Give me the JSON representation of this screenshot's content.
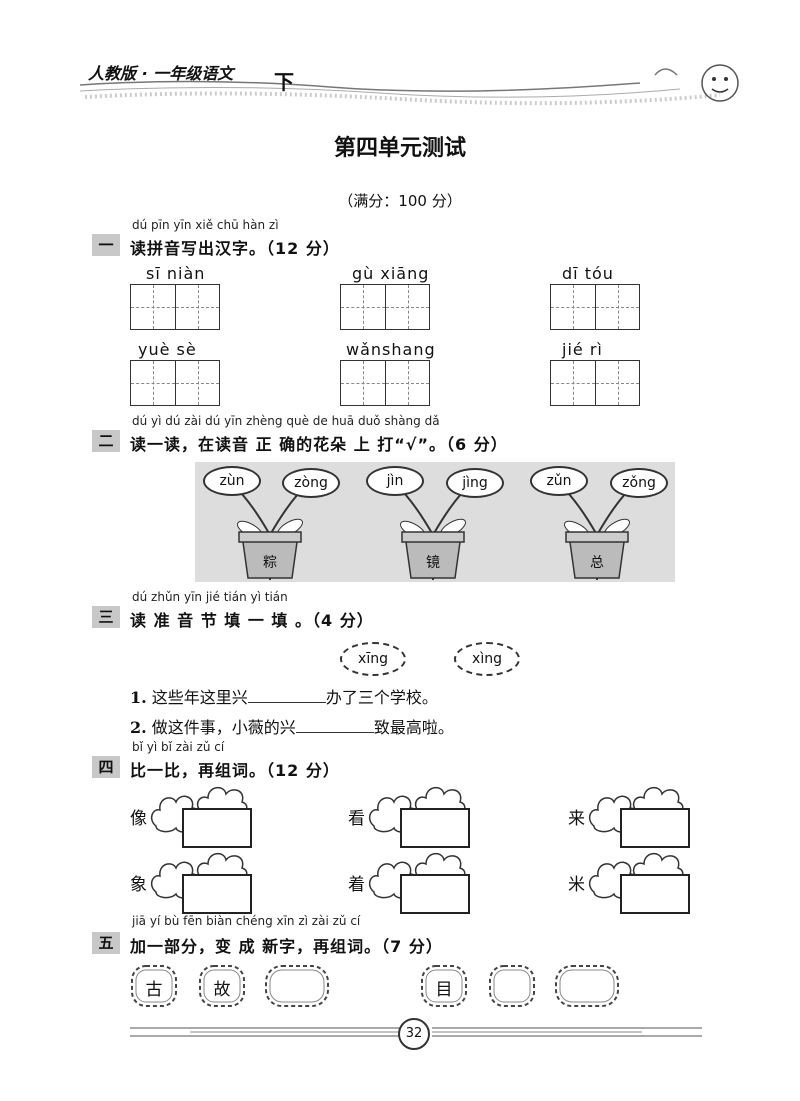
{
  "header": {
    "series": "人教版 · 一年级语文",
    "volume": "下"
  },
  "title": "第四单元测试",
  "full_score": "（满分：100 分）",
  "sections": [
    {
      "num": "一",
      "pinyin": "dú pīn yīn xiě chū hàn zì",
      "title": "读拼音写出汉字。（12 分）",
      "words": [
        "sī niàn",
        "gù xiāng",
        "dī tóu",
        "yuè sè",
        "wǎnshang",
        "jié rì"
      ]
    },
    {
      "num": "二",
      "pinyin": "dú yì dú zài dú yīn zhèng què de huā duǒ shàng dǎ",
      "title": "读一读，在读音 正 确的花朵 上 打“√”。（6 分）",
      "flowers": [
        {
          "left": "zùn",
          "right": "zòng",
          "char": "粽"
        },
        {
          "left": "jìn",
          "right": "jìng",
          "char": "镜"
        },
        {
          "left": "zǔn",
          "right": "zǒng",
          "char": "总"
        }
      ]
    },
    {
      "num": "三",
      "pinyin": "dú zhǔn yīn jié tián yì tián",
      "title": "读 准 音 节 填 一 填 。（4 分）",
      "options": [
        "xīng",
        "xìng"
      ],
      "q1_num": "1.",
      "q1_a": "这些年这里兴",
      "q1_b": "办了三个学校。",
      "q2_num": "2.",
      "q2_a": "做这件事，小薇的兴",
      "q2_b": "致最高啦。"
    },
    {
      "num": "四",
      "pinyin": "bǐ yì bǐ zài zǔ cí",
      "title": "比一比，再组词。（12 分）",
      "chars": [
        "像",
        "看",
        "来",
        "象",
        "着",
        "米"
      ]
    },
    {
      "num": "五",
      "pinyin": "jiā yí bù fēn biàn chéng xīn zì zài zǔ cí",
      "title": "加一部分，变 成 新字，再组词。（7 分）",
      "chars": [
        "古",
        "故",
        "",
        "目",
        "",
        ""
      ]
    }
  ],
  "page_number": "32"
}
